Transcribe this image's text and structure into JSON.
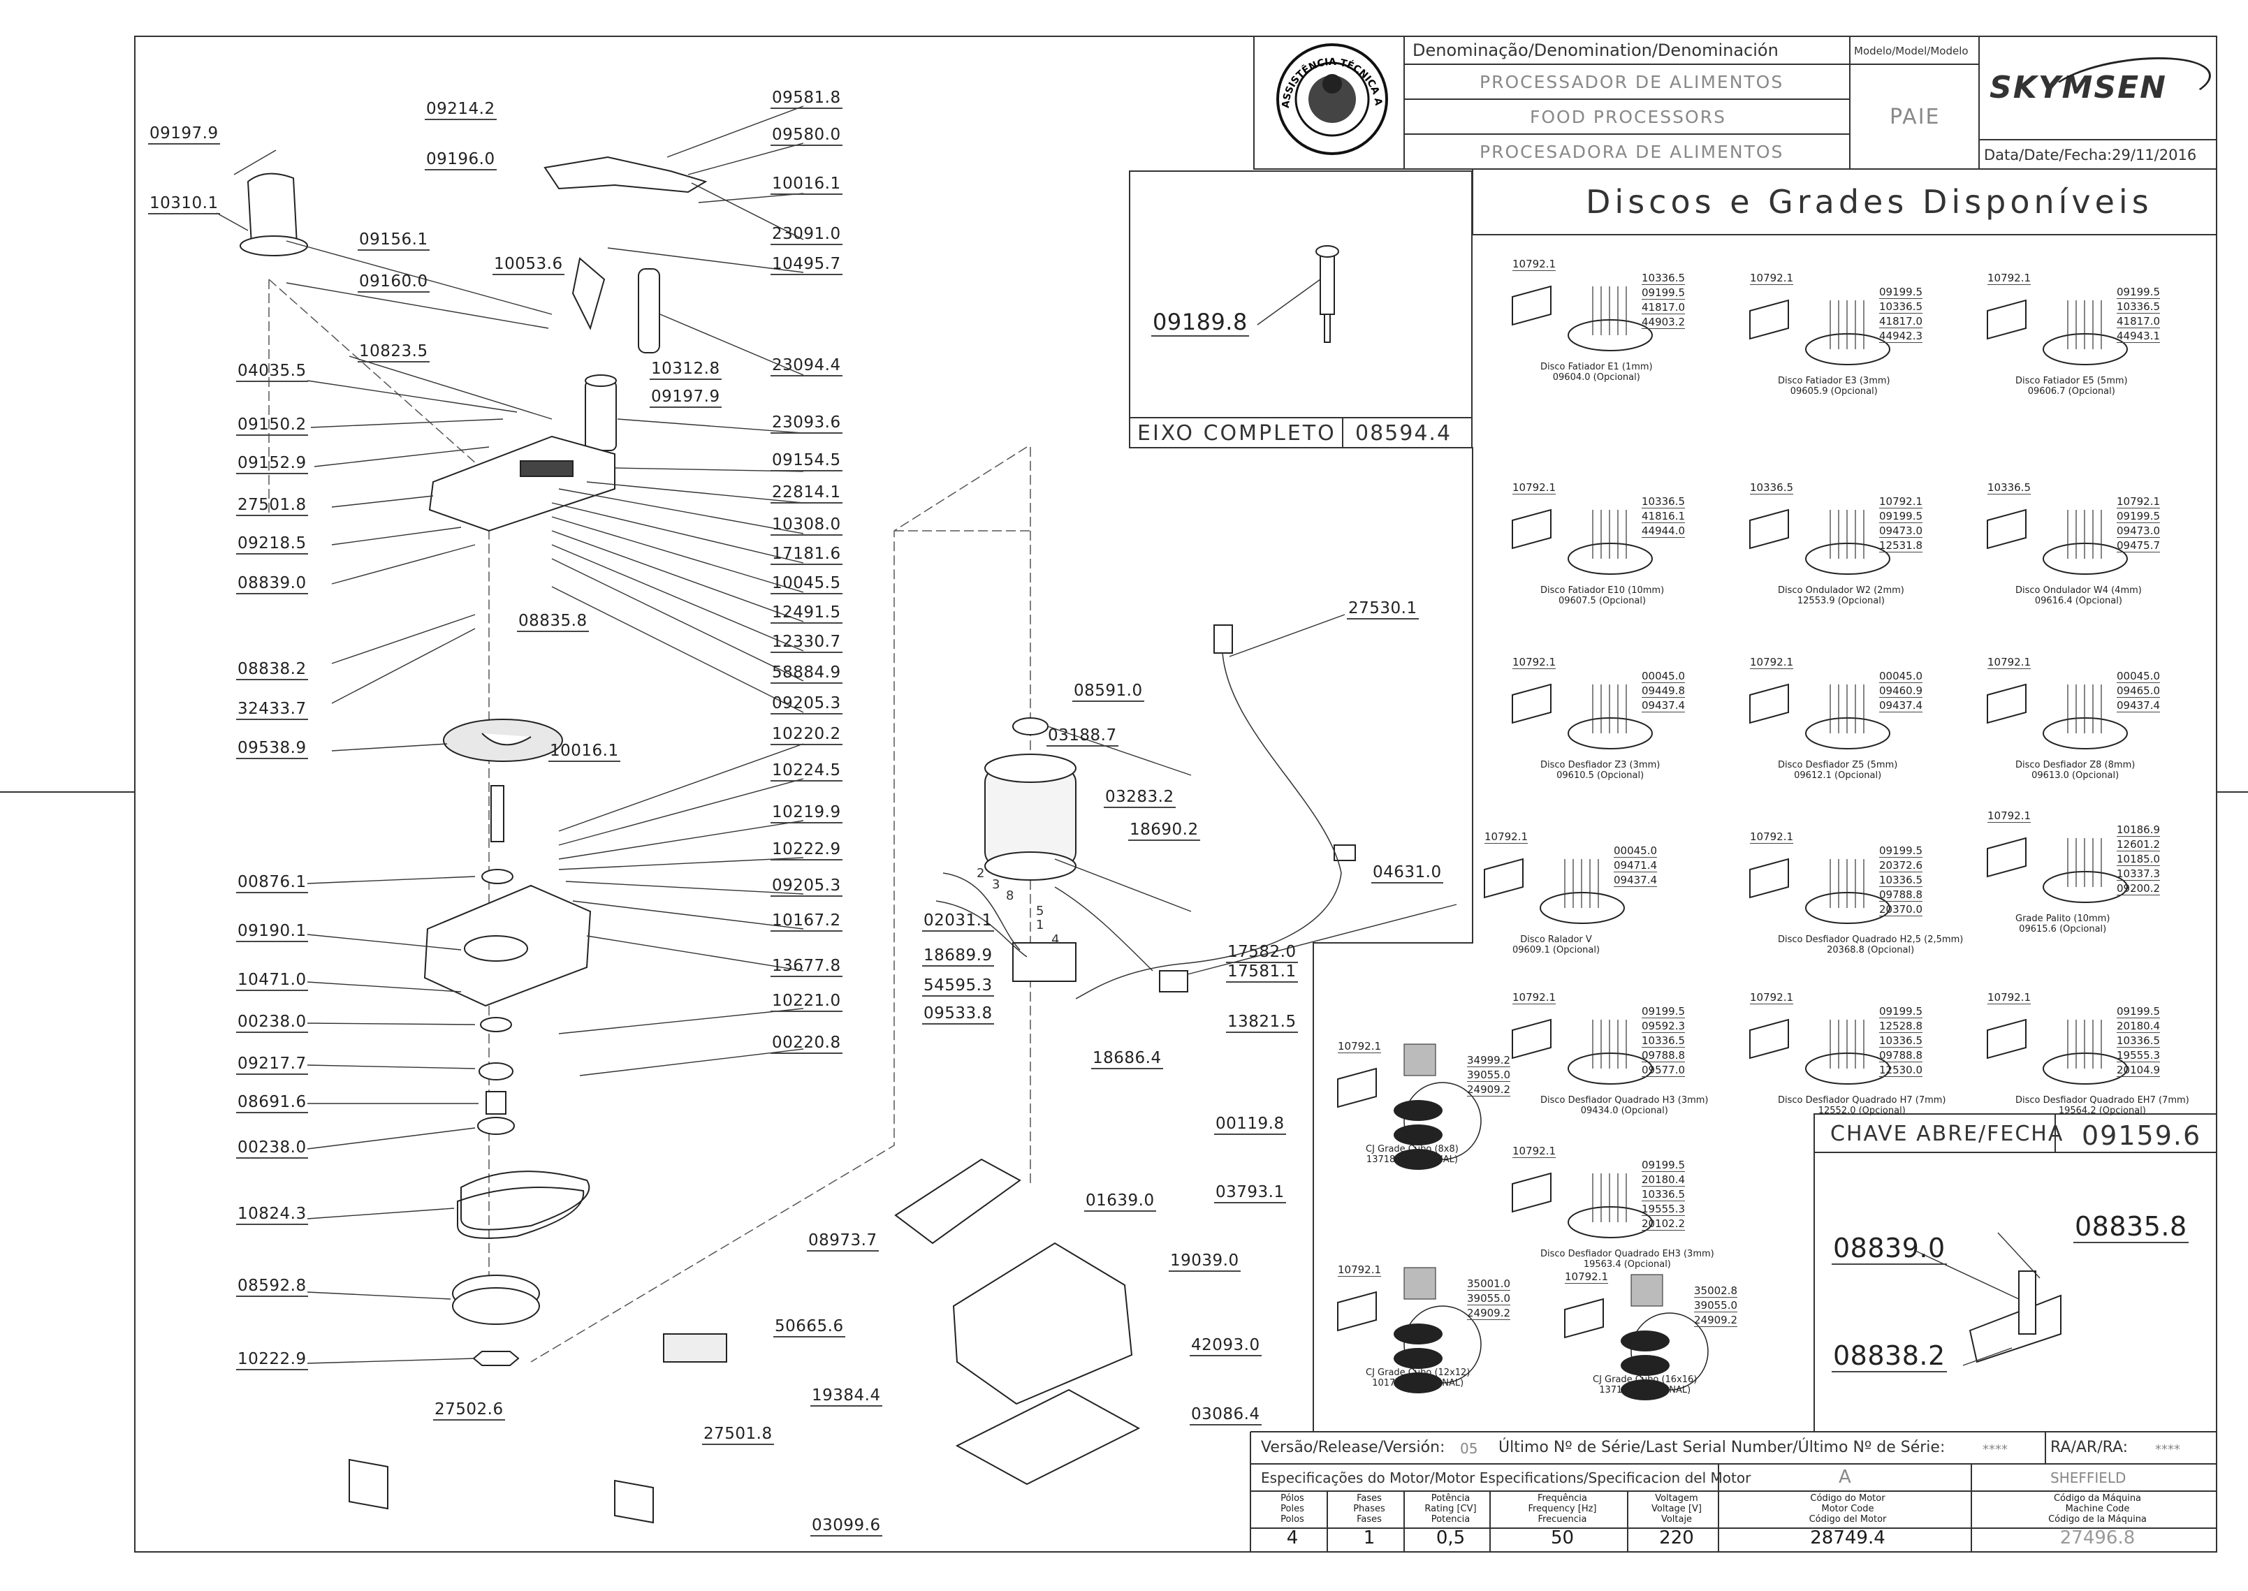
{
  "title_block": {
    "denomination_header": "Denominação/Denomination/Denominación",
    "name_pt": "PROCESSADOR DE ALIMENTOS",
    "name_en": "FOOD PROCESSORS",
    "name_es": "PROCESADORA DE ALIMENTOS",
    "model_header": "Modelo/Model/Modelo",
    "model": "PAIE",
    "brand": "SKYMSEN",
    "date_label": "Data/Date/Fecha:",
    "date": "29/11/2016",
    "seal_text": "ASSISTÊNCIA TÉCNICA AUTORIZADA"
  },
  "section_title": "Discos e Grades Disponíveis",
  "axle_box": {
    "label": "EIXO COMPLETO",
    "code": "08594.4",
    "part": "09189.8"
  },
  "key_box": {
    "label": "CHAVE ABRE/FECHA",
    "code": "09159.6",
    "parts": [
      "08839.0",
      "08835.8",
      "08838.2"
    ]
  },
  "left_labels": [
    "09197.9",
    "10310.1",
    "09156.1",
    "09160.0",
    "10823.5",
    "04035.5",
    "09150.2",
    "09152.9",
    "27501.8",
    "09218.5",
    "08839.0",
    "08835.8",
    "08838.2",
    "32433.7",
    "09538.9",
    "10016.1",
    "00876.1",
    "09190.1",
    "10471.0",
    "00238.0",
    "09217.7",
    "08691.6",
    "00238.0",
    "10824.3",
    "08592.8",
    "10222.9",
    "27502.6",
    "27501.8",
    "50665.6"
  ],
  "top_labels": [
    "09214.2",
    "09196.0",
    "10053.6",
    "09197.9",
    "10312.8"
  ],
  "right_labels": [
    "09581.8",
    "09580.0",
    "10016.1",
    "23091.0",
    "10495.7",
    "23094.4",
    "23093.6",
    "09154.5",
    "22814.1",
    "10308.0",
    "17181.6",
    "10045.5",
    "12491.5",
    "12330.7",
    "58884.9",
    "09205.3",
    "10220.2",
    "10224.5",
    "10219.9",
    "10222.9",
    "09205.3",
    "10167.2",
    "13677.8",
    "10221.0",
    "00220.8"
  ],
  "motor_labels": [
    "27530.1",
    "08591.0",
    "03188.7",
    "03283.2",
    "18690.2",
    "02031.1",
    "18689.9",
    "54595.3",
    "09533.8",
    "04631.0",
    "17582.0",
    "17581.1",
    "13821.5",
    "18686.4",
    "00119.8",
    "03793.1",
    "01639.0",
    "08973.7",
    "19039.0",
    "42093.0",
    "19384.4",
    "03086.4",
    "03099.6"
  ],
  "motor_wire_numbers": [
    "2",
    "3",
    "8",
    "5",
    "1",
    "4"
  ],
  "discs": [
    {
      "p": [
        "10792.1",
        "10336.5",
        "09199.5",
        "41817.0",
        "44903.2"
      ],
      "c1": "Disco Fatiador E1 (1mm)",
      "c2": "09604.0 (Opcional)"
    },
    {
      "p": [
        "10792.1",
        "09199.5",
        "10336.5",
        "41817.0",
        "44942.3"
      ],
      "c1": "Disco Fatiador E3 (3mm)",
      "c2": "09605.9 (Opcional)"
    },
    {
      "p": [
        "10792.1",
        "09199.5",
        "10336.5",
        "41817.0",
        "44943.1"
      ],
      "c1": "Disco Fatiador E5 (5mm)",
      "c2": "09606.7 (Opcional)"
    },
    {
      "p": [
        "10792.1",
        "10336.5",
        "41816.1",
        "44944.0"
      ],
      "c1": "Disco Fatiador E10 (10mm)",
      "c2": "09607.5 (Opcional)"
    },
    {
      "p": [
        "10336.5",
        "10792.1",
        "09199.5",
        "09473.0",
        "12531.8"
      ],
      "c1": "Disco Ondulador W2 (2mm)",
      "c2": "12553.9 (Opcional)"
    },
    {
      "p": [
        "10336.5",
        "10792.1",
        "09199.5",
        "09473.0",
        "09475.7"
      ],
      "c1": "Disco Ondulador W4 (4mm)",
      "c2": "09616.4 (Opcional)"
    },
    {
      "p": [
        "10792.1",
        "00045.0",
        "09449.8",
        "09437.4"
      ],
      "c1": "Disco Desfiador Z3 (3mm)",
      "c2": "09610.5 (Opcional)"
    },
    {
      "p": [
        "10792.1",
        "00045.0",
        "09460.9",
        "09437.4"
      ],
      "c1": "Disco Desfiador Z5 (5mm)",
      "c2": "09612.1 (Opcional)"
    },
    {
      "p": [
        "10792.1",
        "00045.0",
        "09465.0",
        "09437.4"
      ],
      "c1": "Disco Desfiador Z8 (8mm)",
      "c2": "09613.0 (Opcional)"
    },
    {
      "p": [
        "10792.1",
        "00045.0",
        "09471.4",
        "09437.4"
      ],
      "c1": "Disco Ralador V",
      "c2": "09609.1 (Opcional)"
    },
    {
      "p": [
        "10792.1",
        "09199.5",
        "20372.6",
        "10336.5",
        "09788.8",
        "20370.0"
      ],
      "c1": "Disco Desfiador Quadrado H2,5 (2,5mm)",
      "c2": "20368.8 (Opcional)"
    },
    {
      "p": [
        "10792.1",
        "10186.9",
        "12601.2",
        "10185.0",
        "10337.3",
        "09200.2"
      ],
      "c1": "Grade Palito (10mm)",
      "c2": "09615.6 (Opcional)"
    },
    {
      "p": [
        "10792.1",
        "09199.5",
        "09592.3",
        "10336.5",
        "09788.8",
        "09577.0"
      ],
      "c1": "Disco Desfiador Quadrado H3 (3mm)",
      "c2": "09434.0 (Opcional)"
    },
    {
      "p": [
        "10792.1",
        "09199.5",
        "12528.8",
        "10336.5",
        "09788.8",
        "12530.0"
      ],
      "c1": "Disco Desfiador Quadrado H7 (7mm)",
      "c2": "12552.0 (Opcional)"
    },
    {
      "p": [
        "10792.1",
        "09199.5",
        "20180.4",
        "10336.5",
        "19555.3",
        "20104.9"
      ],
      "c1": "Disco Desfiador Quadrado EH7 (7mm)",
      "c2": "19564.2 (Opcional)"
    },
    {
      "p": [
        "10792.1",
        "34999.2",
        "39055.0",
        "24909.2"
      ],
      "c1": "CJ Grade Cubo (8x8)",
      "c2": "13718.9(OPCIONAL)"
    },
    {
      "p": [
        "10792.1",
        "09199.5",
        "20180.4",
        "10336.5",
        "19555.3",
        "20102.2"
      ],
      "c1": "Disco Desfiador Quadrado EH3 (3mm)",
      "c2": "19563.4 (Opcional)"
    },
    {
      "p": [
        "10792.1",
        "35001.0",
        "39055.0",
        "24909.2"
      ],
      "c1": "CJ Grade Cubo (12x12)",
      "c2": "10172.9(OPCIONAL)"
    },
    {
      "p": [
        "10792.1",
        "35002.8",
        "39055.0",
        "24909.2"
      ],
      "c1": "CJ Grade Cubo (16x16)",
      "c2": "13719.7(OPCIONAL)"
    }
  ],
  "release": {
    "version_label": "Versão/Release/Versión:",
    "version": "05",
    "serial_label": "Último Nº de Série/Last Serial Number/Último Nº de Série:",
    "serial": "****",
    "ra_label": "RA/AR/RA:",
    "ra": "****"
  },
  "motor_spec": {
    "header": "Especificações do Motor/Motor Especifications/Specificacion del Motor",
    "col_a": "A",
    "col_b": "SHEFFIELD",
    "cols": [
      {
        "h1": "Pólos",
        "h2": "Poles",
        "h3": "Polos",
        "v": "4"
      },
      {
        "h1": "Fases",
        "h2": "Phases",
        "h3": "Fases",
        "v": "1"
      },
      {
        "h1": "Potência",
        "h2": "Rating [CV]",
        "h3": "Potencia",
        "v": "0,5"
      },
      {
        "h1": "Frequência",
        "h2": "Frequency [Hz]",
        "h3": "Frecuencia",
        "v": "50"
      },
      {
        "h1": "Voltagem",
        "h2": "Voltage [V]",
        "h3": "Voltaje",
        "v": "220"
      },
      {
        "h1": "Código do Motor",
        "h2": "Motor Code",
        "h3": "Código del Motor",
        "v": "28749.4"
      },
      {
        "h1": "Código da Máquina",
        "h2": "Machine Code",
        "h3": "Código de la Máquina",
        "v": "27496.8"
      }
    ]
  }
}
